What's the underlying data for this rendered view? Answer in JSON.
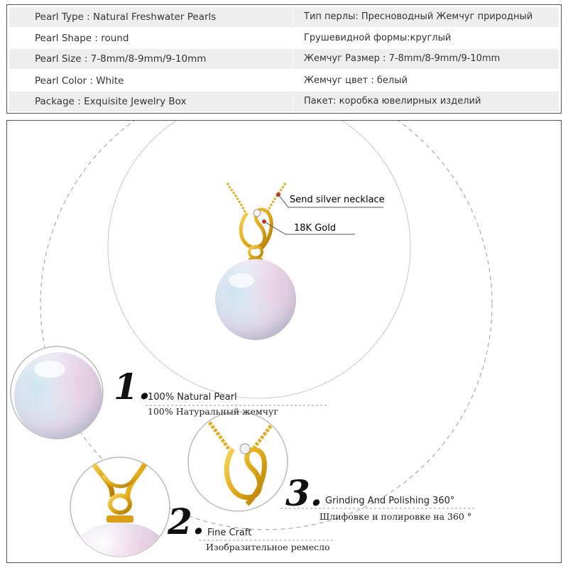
{
  "spec_table": {
    "rows": [
      {
        "en": "Pearl Type : Natural Freshwater Pearls",
        "ru": "Тип перлы: Пресноводный Жемчуг природный"
      },
      {
        "en": "Pearl Shape : round",
        "ru": "Грушевидной формы:круглый"
      },
      {
        "en": "Pearl Size : 7-8mm/8-9mm/9-10mm",
        "ru": "Жемчуг Размер : 7-8mm/8-9mm/9-10mm"
      },
      {
        "en": "Pearl Color : White",
        "ru": "Жемчуг цвет : белый"
      },
      {
        "en": "Package : Exquisite Jewelry Box",
        "ru": "Пакет: коробка ювелирных изделий"
      }
    ]
  },
  "product": {
    "callouts": {
      "necklace": "Send silver necklace",
      "gold": "18K Gold"
    },
    "features": [
      {
        "number": "1.",
        "en": "100% Natural Pearl",
        "ru": "100% Натуральный жемчуг"
      },
      {
        "number": "2.",
        "en": "Fine Craft",
        "ru": "Изобразительное ремесло"
      },
      {
        "number": "3.",
        "en": "Grinding And Polishing 360°",
        "ru": "Шлифовке и полировке на 360 °"
      }
    ]
  },
  "colors": {
    "gold": "#e0a817",
    "pearl": "#f4f1f6",
    "callout_marker": "#c0392b",
    "table_shade": "#eeeeee"
  }
}
